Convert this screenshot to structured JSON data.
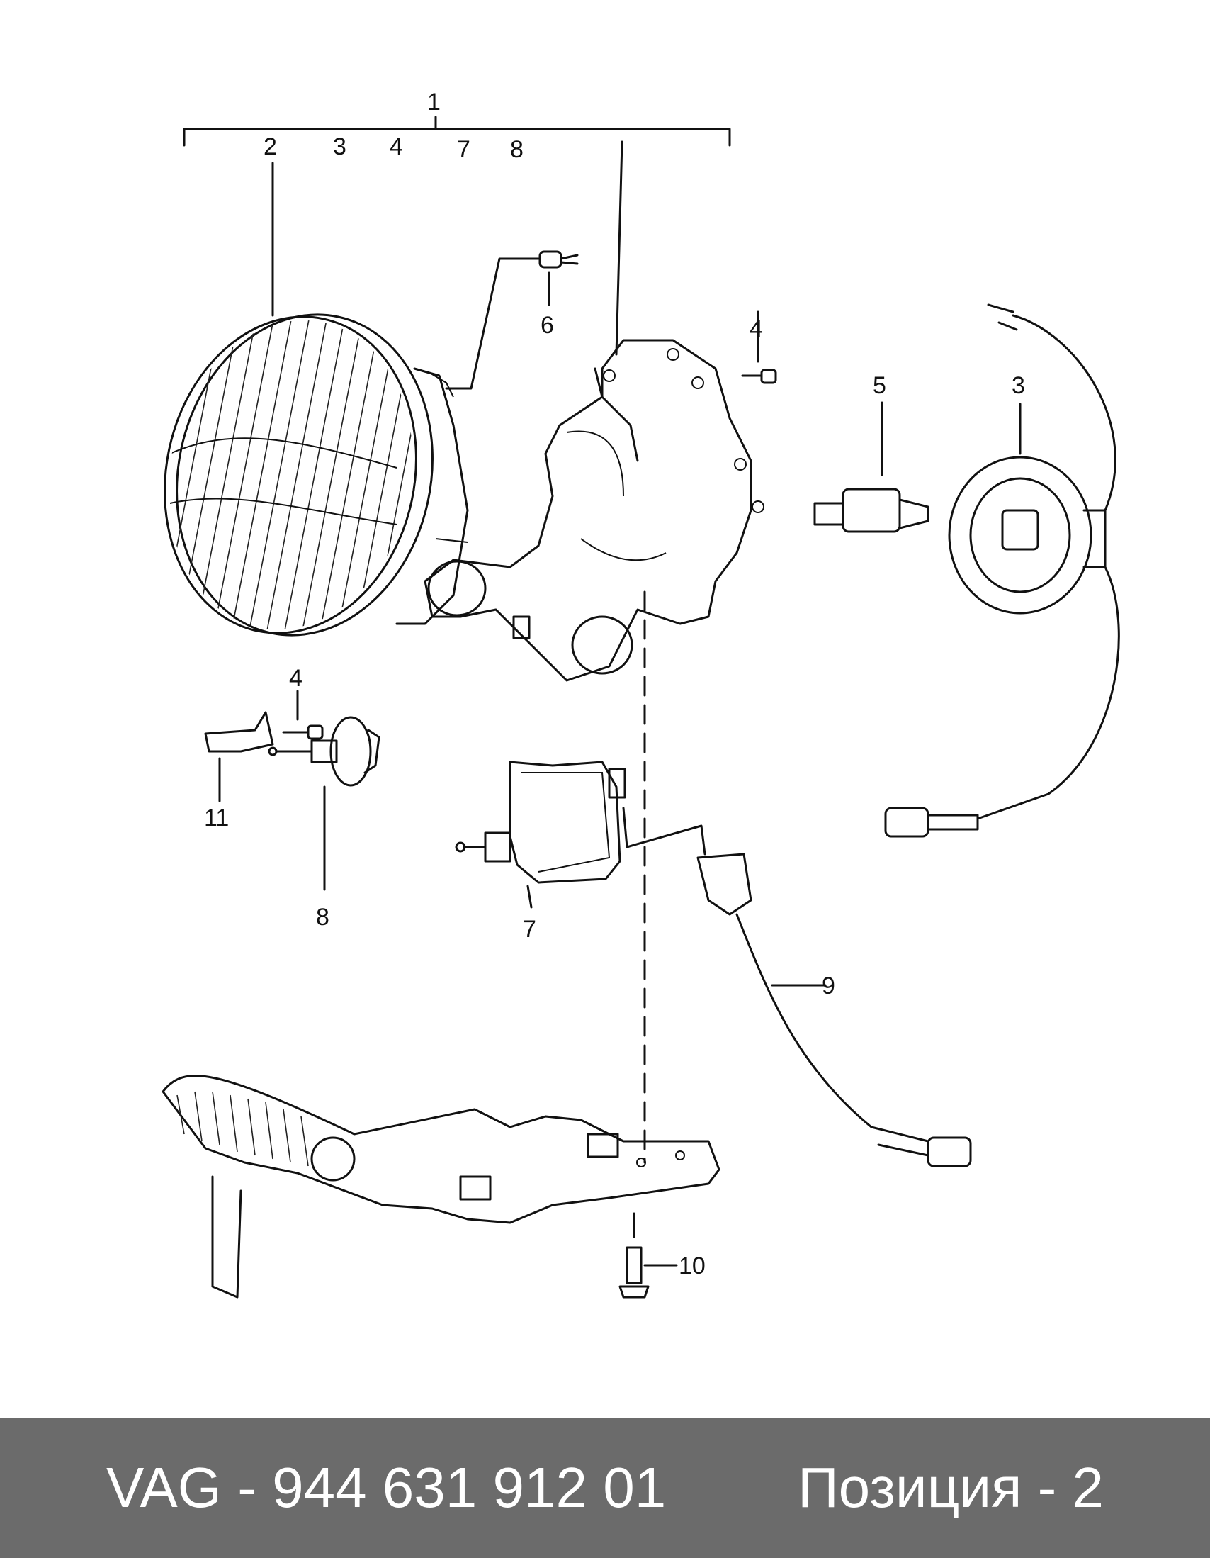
{
  "diagram": {
    "callouts": {
      "c1": "1",
      "c2": "2",
      "c3_top": "3",
      "c4_top": "4",
      "c7_top": "7",
      "c8_top": "8",
      "c6": "6",
      "c4_screw": "4",
      "c5": "5",
      "c3_ring": "3",
      "c4_lower": "4",
      "c11": "11",
      "c8_lower": "8",
      "c7_motor": "7",
      "c9": "9",
      "c10": "10"
    }
  },
  "footer": {
    "part_number": "VAG - 944 631 912 01",
    "position": "Позиция - 2"
  },
  "colors": {
    "footer_bg": "#6b6b6b",
    "footer_text": "#ffffff",
    "line": "#111111"
  }
}
